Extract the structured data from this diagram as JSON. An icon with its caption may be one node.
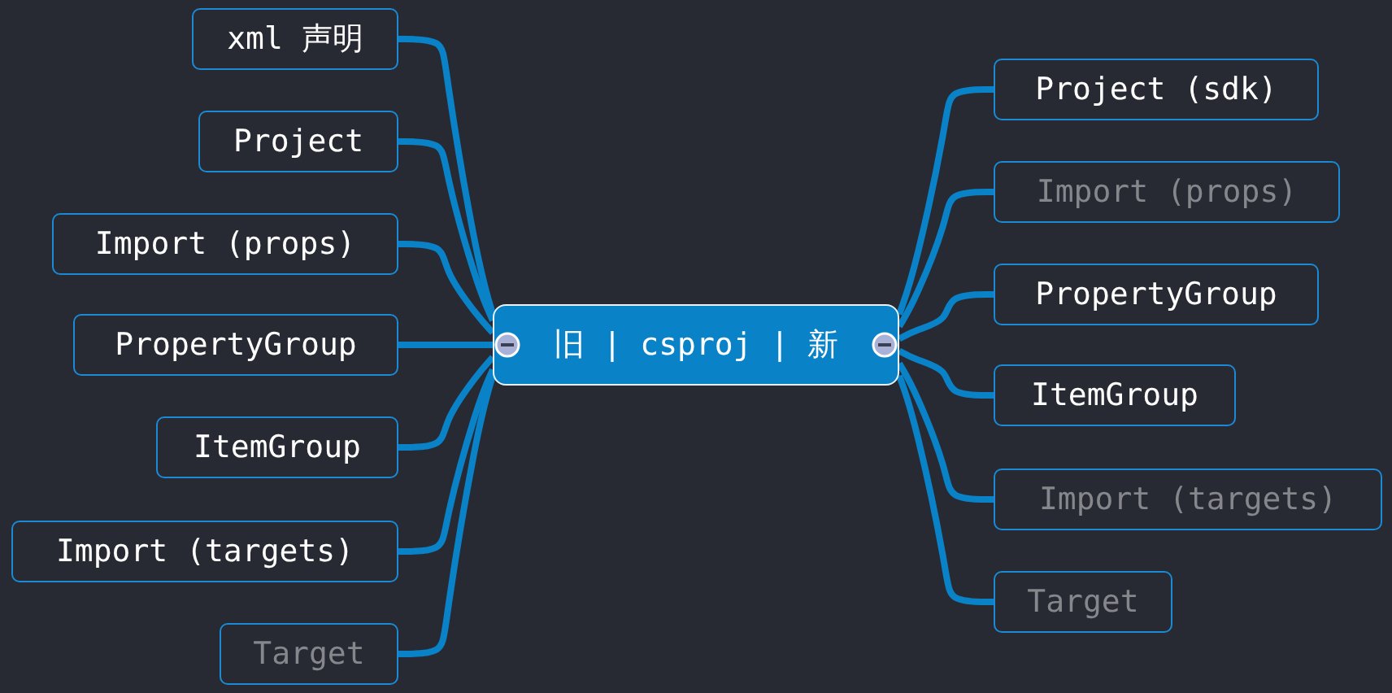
{
  "diagram": {
    "nodes": [
      {
        "text": [
          "旧 | csproj | 新"
        ]
      },
      {
        "text": [
          "xml 声明"
        ]
      },
      {
        "text": [
          "Project"
        ]
      },
      {
        "text": [
          "Import (props)"
        ]
      },
      {
        "text": [
          "PropertyGroup"
        ]
      },
      {
        "text": [
          "ItemGroup"
        ]
      },
      {
        "text": [
          "Import (targets)"
        ]
      },
      {
        "text": [
          "Target"
        ]
      },
      {
        "text": [
          "Project (sdk)"
        ]
      },
      {
        "text": [
          "Import (props)"
        ]
      },
      {
        "text": [
          "PropertyGroup"
        ]
      },
      {
        "text": [
          "ItemGroup"
        ]
      },
      {
        "text": [
          "Import (targets)"
        ]
      },
      {
        "text": [
          "Target"
        ]
      }
    ],
    "edges": [
      {
        "from": 0,
        "to": 1,
        "arrow": "none"
      },
      {
        "from": 0,
        "to": 2,
        "arrow": "none"
      },
      {
        "from": 0,
        "to": 3,
        "arrow": "none"
      },
      {
        "from": 0,
        "to": 4,
        "arrow": "none"
      },
      {
        "from": 0,
        "to": 5,
        "arrow": "none"
      },
      {
        "from": 0,
        "to": 6,
        "arrow": "none"
      },
      {
        "from": 0,
        "to": 7,
        "arrow": "none"
      },
      {
        "from": 0,
        "to": 8,
        "arrow": "none"
      },
      {
        "from": 0,
        "to": 9,
        "arrow": "none"
      },
      {
        "from": 0,
        "to": 10,
        "arrow": "none"
      },
      {
        "from": 0,
        "to": 11,
        "arrow": "none"
      },
      {
        "from": 0,
        "to": 12,
        "arrow": "none"
      },
      {
        "from": 0,
        "to": 13,
        "arrow": "none"
      }
    ]
  }
}
